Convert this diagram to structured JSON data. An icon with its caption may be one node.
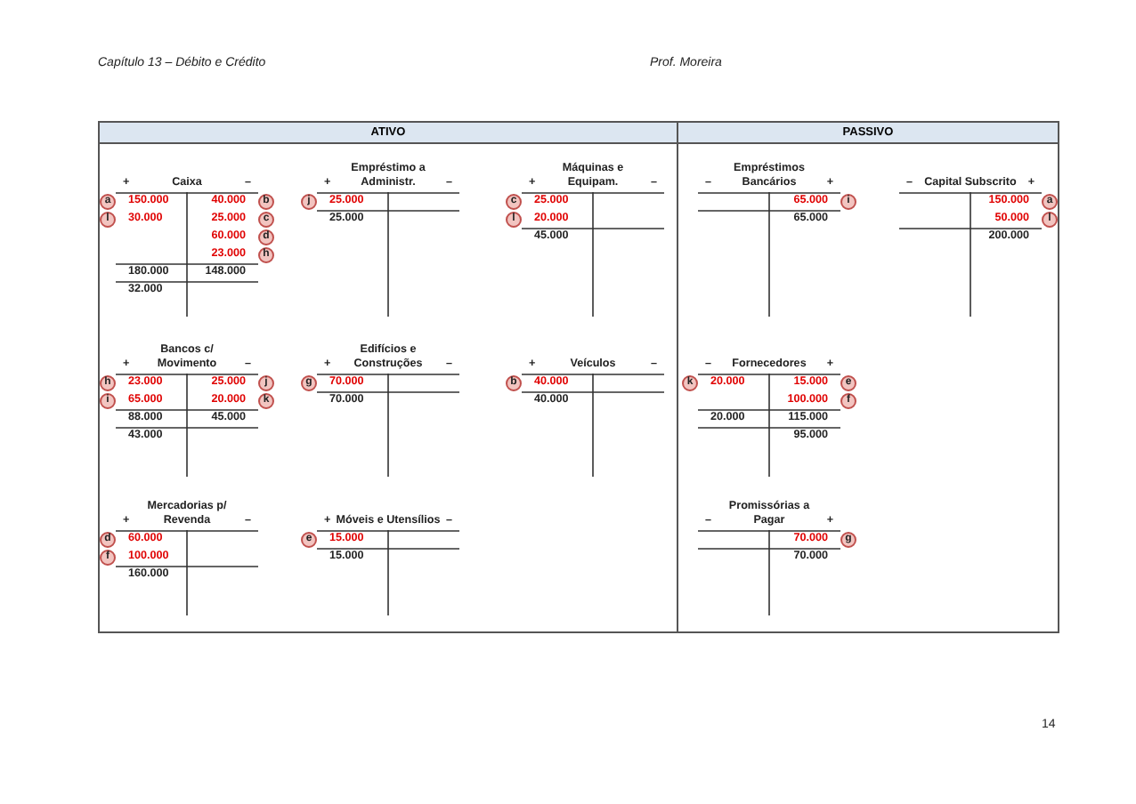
{
  "diagram": {
    "nodes": [
      {
        "text": [
          "ATIVO"
        ]
      },
      {
        "text": [
          "PASSIVO"
        ]
      },
      {
        "text": [
          "Caixa",
          "+",
          "–",
          "a",
          "150.000",
          "40.000",
          "b",
          "l",
          "30.000",
          "25.000",
          "c",
          "60.000",
          "d",
          "23.000",
          "h",
          "180.000",
          "148.000",
          "32.000"
        ],
        "in": 0
      },
      {
        "text": [
          "Empréstimo a Administr.",
          "+",
          "–",
          "j",
          "25.000",
          "25.000"
        ],
        "in": 0
      },
      {
        "text": [
          "Máquinas e Equipam.",
          "+",
          "–",
          "c",
          "25.000",
          "l",
          "20.000",
          "45.000"
        ],
        "in": 0
      },
      {
        "text": [
          "Bancos c/ Movimento",
          "+",
          "–",
          "h",
          "23.000",
          "25.000",
          "j",
          "i",
          "65.000",
          "20.000",
          "k",
          "88.000",
          "45.000",
          "43.000"
        ],
        "in": 0
      },
      {
        "text": [
          "Edifícios e Construções",
          "+",
          "–",
          "g",
          "70.000",
          "70.000"
        ],
        "in": 0
      },
      {
        "text": [
          "Veículos",
          "+",
          "–",
          "b",
          "40.000",
          "40.000"
        ],
        "in": 0
      },
      {
        "text": [
          "Mercadorias p/ Revenda",
          "+",
          "–",
          "d",
          "60.000",
          "f",
          "100.000",
          "160.000"
        ],
        "in": 0
      },
      {
        "text": [
          "Móveis e Utensílios",
          "+",
          "–",
          "e",
          "15.000",
          "15.000"
        ],
        "in": 0
      },
      {
        "text": [
          "Empréstimos Bancários",
          "–",
          "+",
          "65.000",
          "i",
          "65.000"
        ],
        "in": 1
      },
      {
        "text": [
          "Capital Subscrito",
          "–",
          "+",
          "150.000",
          "a",
          "50.000",
          "l",
          "200.000"
        ],
        "in": 1
      },
      {
        "text": [
          "Fornecedores",
          "–",
          "+",
          "k",
          "20.000",
          "15.000",
          "e",
          "100.000",
          "f",
          "20.000",
          "115.000",
          "95.000"
        ],
        "in": 1
      },
      {
        "text": [
          "Promissórias a Pagar",
          "–",
          "+",
          "70.000",
          "g",
          "70.000"
        ],
        "in": 1
      }
    ],
    "labels": [
      "Capítulo 13 – Débito e Crédito",
      "Prof. Moreira",
      "14"
    ]
  }
}
